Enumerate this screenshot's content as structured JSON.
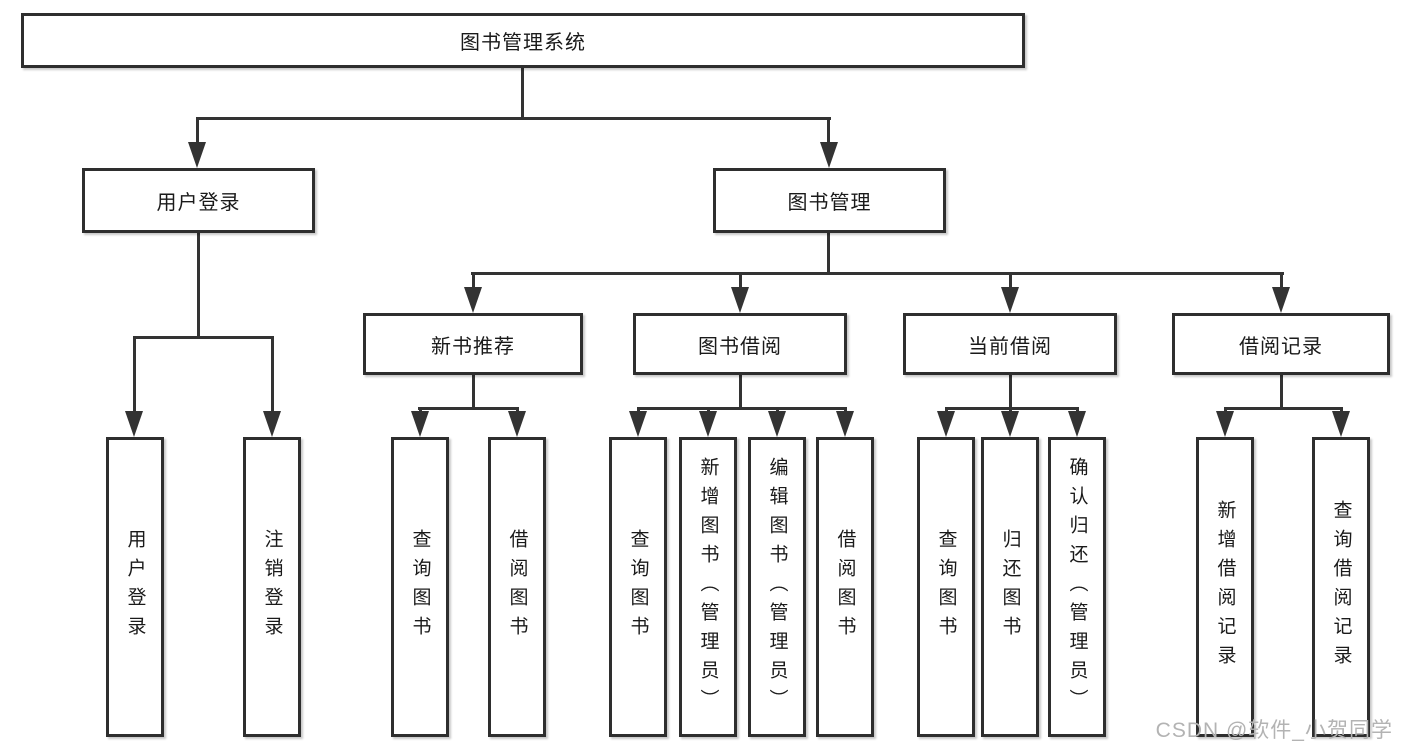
{
  "colors": {
    "background": "#ffffff",
    "line": "#333333",
    "box_border": "#2e2e2e",
    "text": "#1a1a1a",
    "watermark": "#b3b3b3"
  },
  "watermark": {
    "text": "CSDN @软件_小贺同学"
  },
  "diagram": {
    "type": "tree",
    "root": "图书管理系统",
    "level2": [
      "用户登录",
      "图书管理"
    ],
    "level3": [
      "新书推荐",
      "图书借阅",
      "当前借阅",
      "借阅记录"
    ],
    "leaves": {
      "user_login": [
        "用户登录",
        "注销登录"
      ],
      "new_book_rec": [
        "查询图书",
        "借阅图书"
      ],
      "book_borrow": [
        "查询图书",
        "新增图书（管理员）",
        "编辑图书（管理员）",
        "借阅图书"
      ],
      "current_borrow": [
        "查询图书",
        "归还图书",
        "确认归还（管理员）"
      ],
      "borrow_records": [
        "新增借阅记录",
        "查询借阅记录"
      ]
    }
  }
}
